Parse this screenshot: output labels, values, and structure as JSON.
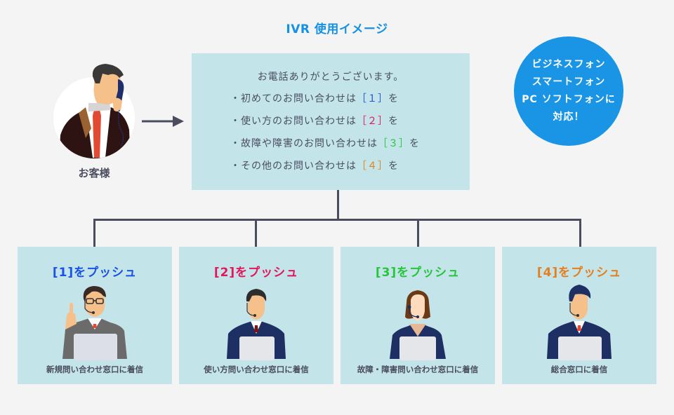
{
  "title": "IVR 使用イメージ",
  "customer": {
    "label": "お客様",
    "icon": "customer-on-phone"
  },
  "menu": {
    "greeting": "お電話ありがとうございます。",
    "items": [
      {
        "prefix": "・初めてのお問い合わせは",
        "key": "［１］",
        "suffix": "を",
        "color": "#1a52e6"
      },
      {
        "prefix": "・使い方のお問い合わせは",
        "key": "［２］",
        "suffix": "を",
        "color": "#e6155a"
      },
      {
        "prefix": "・故障や障害のお問い合わせは",
        "key": "［３］",
        "suffix": "を",
        "color": "#27c53b"
      },
      {
        "prefix": "・その他のお問い合わせは",
        "key": "［４］",
        "suffix": "を",
        "color": "#e57e1c"
      }
    ]
  },
  "badge": {
    "lines": [
      "ビジネスフォン",
      "スマートフォン",
      "PC ソフトフォンに",
      "対応！"
    ],
    "color": "#1a95e6"
  },
  "cards": [
    {
      "title": "[1]をプッシュ",
      "caption": "新規問い合わせ窓口に着信",
      "color": "#1a52e6",
      "figure": "male-operator-glasses-pointing"
    },
    {
      "title": "[2]をプッシュ",
      "caption": "使い方問い合わせ窓口に着信",
      "color": "#e6155a",
      "figure": "male-operator-navy-suit"
    },
    {
      "title": "[3]をプッシュ",
      "caption": "故障・障害問い合わせ窓口に着信",
      "color": "#27c53b",
      "figure": "female-operator"
    },
    {
      "title": "[4]をプッシュ",
      "caption": "総合窓口に着信",
      "color": "#e57e1c",
      "figure": "male-operator-red-tie"
    }
  ],
  "colors": {
    "box_bg": "#c3e5ea",
    "line": "#4a4d5e",
    "title": "#1591e4"
  }
}
